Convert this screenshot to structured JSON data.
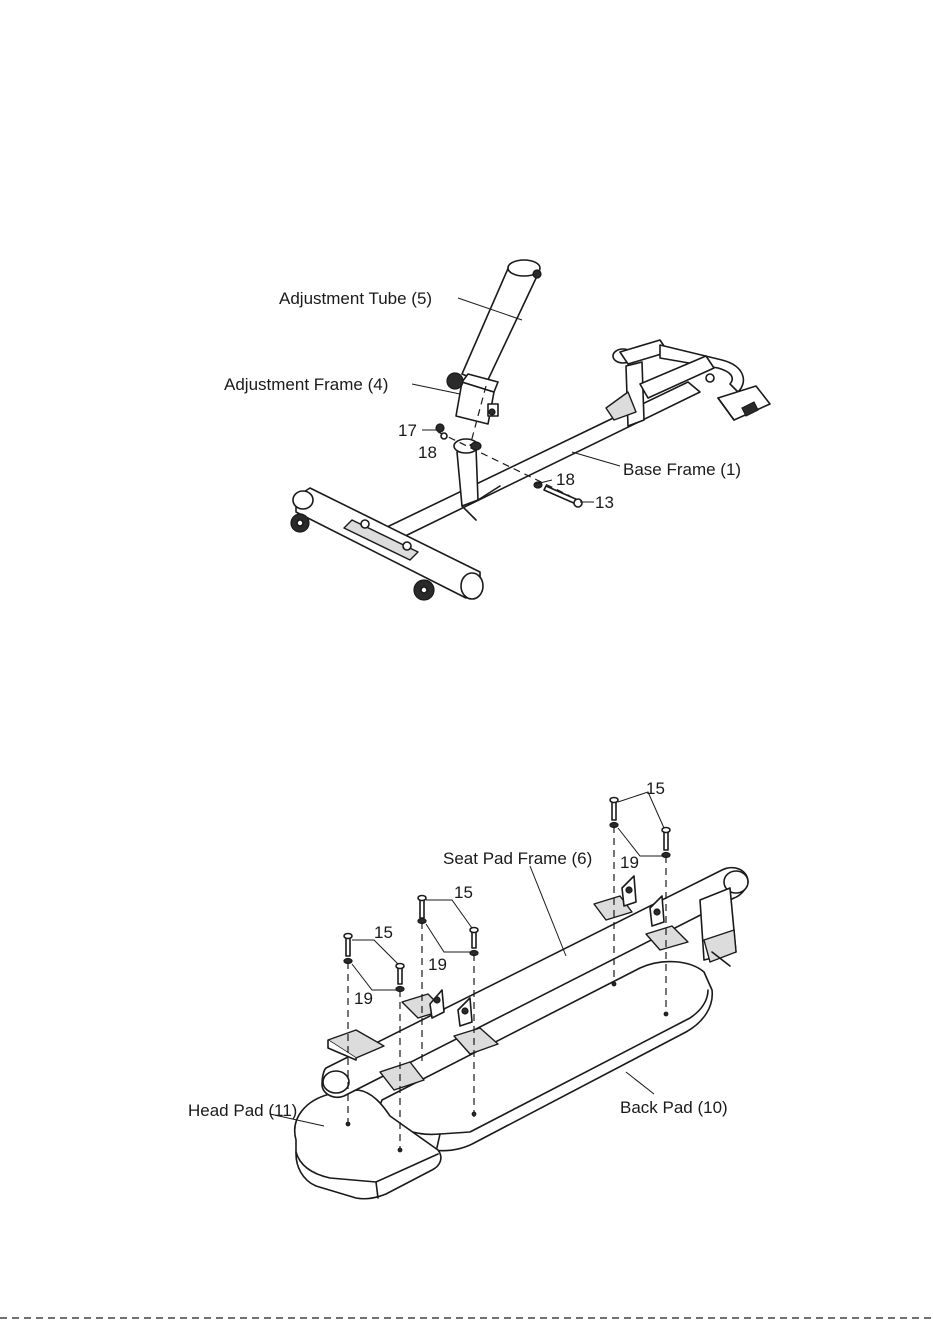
{
  "figure_top": {
    "labels": {
      "adjustment_tube": "Adjustment Tube (5)",
      "adjustment_frame": "Adjustment Frame (4)",
      "base_frame": "Base Frame (1)",
      "part_17": "17",
      "part_18_left": "18",
      "part_18_right": "18",
      "part_13": "13"
    }
  },
  "figure_bottom": {
    "labels": {
      "seat_pad_frame": "Seat Pad Frame (6)",
      "head_pad": "Head Pad (11)",
      "back_pad": "Back Pad (10)",
      "bolt_15_a": "15",
      "bolt_15_b": "15",
      "bolt_15_c": "15",
      "washer_19_a": "19",
      "washer_19_b": "19",
      "washer_19_c": "19"
    }
  }
}
